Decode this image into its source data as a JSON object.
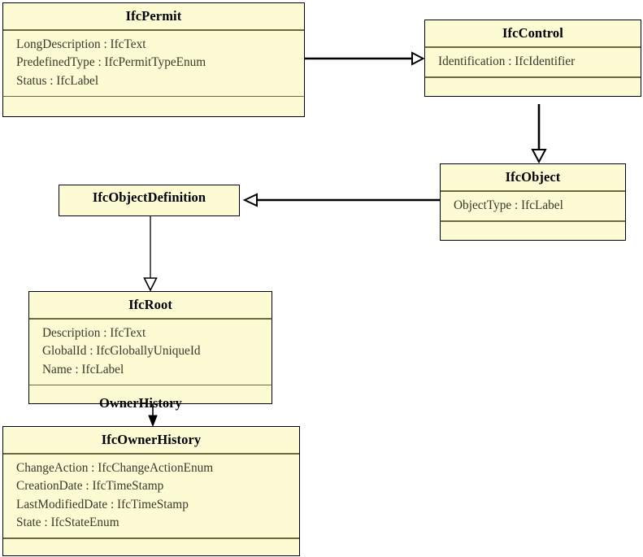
{
  "diagram": {
    "type": "uml-class-diagram",
    "title": "IfcPermit inheritance hierarchy",
    "background_color": "#ffffff",
    "class_fill_color": "#fdfbd4",
    "class_border_color": "#000000",
    "separator_color": "#6b6a3a",
    "attribute_text_color": "#3a382c"
  },
  "classes": [
    {
      "id": "ifcpermit",
      "name": "IfcPermit",
      "attributes": [
        "LongDescription : IfcText",
        "PredefinedType : IfcPermitTypeEnum",
        "Status : IfcLabel"
      ],
      "has_empty_compartment": true
    },
    {
      "id": "ifccontrol",
      "name": "IfcControl",
      "attributes": [
        "Identification : IfcIdentifier"
      ],
      "has_empty_compartment": true
    },
    {
      "id": "ifcobject",
      "name": "IfcObject",
      "attributes": [
        "ObjectType : IfcLabel"
      ],
      "has_empty_compartment": true
    },
    {
      "id": "ifcobjectdefinition",
      "name": "IfcObjectDefinition",
      "attributes": [],
      "has_empty_compartment": false
    },
    {
      "id": "ifcroot",
      "name": "IfcRoot",
      "attributes": [
        "Description : IfcText",
        "GlobalId : IfcGloballyUniqueId",
        "Name : IfcLabel"
      ],
      "has_empty_compartment": true
    },
    {
      "id": "ifcownerhistory",
      "name": "IfcOwnerHistory",
      "attributes": [
        "ChangeAction : IfcChangeActionEnum",
        "CreationDate : IfcTimeStamp",
        "LastModifiedDate : IfcTimeStamp",
        "State : IfcStateEnum"
      ],
      "has_empty_compartment": true
    }
  ],
  "relationships": [
    {
      "id": "rel-permit-control",
      "from": "IfcPermit",
      "to": "IfcControl",
      "kind": "generalization",
      "arrowhead": "hollow-triangle",
      "label": ""
    },
    {
      "id": "rel-control-object",
      "from": "IfcControl",
      "to": "IfcObject",
      "kind": "generalization",
      "arrowhead": "hollow-triangle",
      "label": ""
    },
    {
      "id": "rel-object-objectdefinition",
      "from": "IfcObject",
      "to": "IfcObjectDefinition",
      "kind": "generalization",
      "arrowhead": "hollow-triangle",
      "label": ""
    },
    {
      "id": "rel-objectdefinition-root",
      "from": "IfcObjectDefinition",
      "to": "IfcRoot",
      "kind": "generalization",
      "arrowhead": "hollow-triangle",
      "label": ""
    },
    {
      "id": "rel-root-ownerhistory",
      "from": "IfcRoot",
      "to": "IfcOwnerHistory",
      "kind": "association",
      "arrowhead": "solid-arrow",
      "label": "OwnerHistory"
    }
  ],
  "labels": {
    "owner_history": "OwnerHistory"
  }
}
